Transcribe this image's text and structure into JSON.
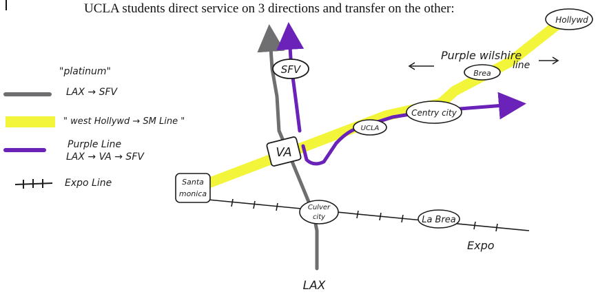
{
  "title": "UCLA students direct service on 3 directions and transfer on the other:",
  "colors": {
    "platinum": "#6f6f72",
    "yellow": "#f2f53a",
    "purple": "#6a22b8",
    "ink": "#1c1c1c",
    "paper": "#ffffff"
  },
  "legend": {
    "platinum_name": "\"platinum\"",
    "platinum_route": "LAX → SFV",
    "yellow_route": "\" west Hollywd → SM Line \"",
    "purple_name": "Purple Line",
    "purple_route": "LAX → VA → SFV",
    "expo_name": "Expo Line"
  },
  "stations": {
    "sfv": "SFV",
    "va": "VA",
    "ucla": "UCLA",
    "century_city": "Centry city",
    "santa_monica_line1": "Santa",
    "santa_monica_line2": "monica",
    "culver_line1": "Culver",
    "culver_line2": "city",
    "la_brea_expo": "La Brea",
    "la_brea_wilshire": "Brea",
    "hollywood": "Hollywd",
    "lax": "LAX"
  },
  "annotations": {
    "purple_wilshire_line1": "Purple wilshire",
    "purple_wilshire_line2": "line",
    "expo": "Expo"
  }
}
